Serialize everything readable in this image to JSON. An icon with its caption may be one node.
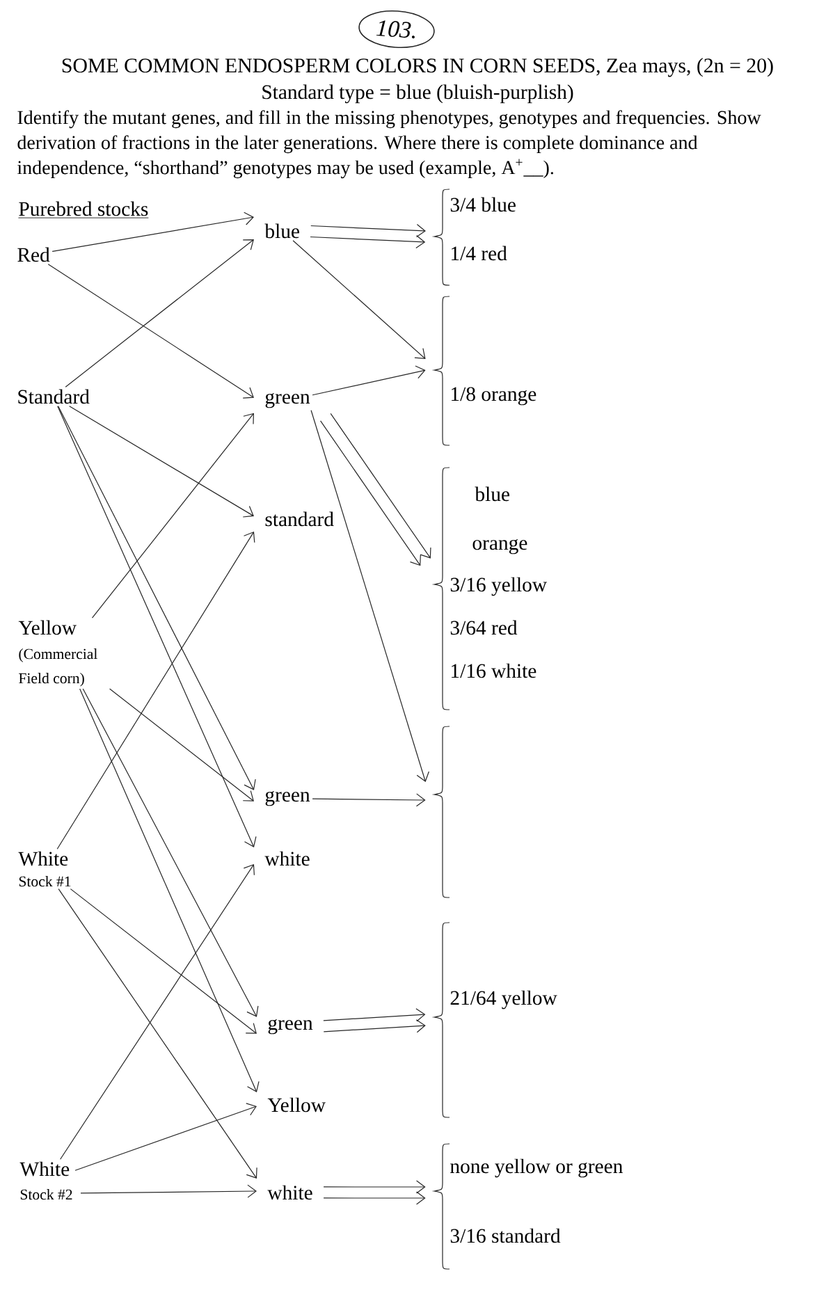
{
  "diagram": {
    "title": "SOME COMMON ENDOSPERM COLORS IN CORN SEEDS, Zea mays, (2n = 20)",
    "nodes": [
      {
        "text": [
          "Red"
        ]
      },
      {
        "text": [
          "Standard"
        ]
      },
      {
        "text": [
          "Yellow",
          "(Commercial Field corn)"
        ]
      },
      {
        "text": [
          "White",
          "Stock #1"
        ]
      },
      {
        "text": [
          "White",
          "Stock #2"
        ]
      },
      {
        "text": [
          "blue"
        ]
      },
      {
        "text": [
          "green"
        ]
      },
      {
        "text": [
          "standard"
        ]
      },
      {
        "text": [
          "green"
        ]
      },
      {
        "text": [
          "white"
        ]
      },
      {
        "text": [
          "green"
        ]
      },
      {
        "text": [
          "Yellow"
        ]
      },
      {
        "text": [
          "white"
        ]
      },
      {
        "text": [
          "3/4 blue",
          "1/4 red"
        ]
      },
      {
        "text": [
          "1/8 orange"
        ]
      },
      {
        "text": [
          "blue",
          "orange",
          "3/16 yellow",
          "3/64 red",
          "1/16 white"
        ]
      },
      {
        "text": [],
        "shape": "brace"
      },
      {
        "text": [
          "21/64 yellow"
        ]
      },
      {
        "text": [
          "none yellow or green",
          "3/16 standard"
        ]
      }
    ],
    "edges": [
      {
        "from": 0,
        "to": 5,
        "arrow": "to"
      },
      {
        "from": 0,
        "to": 6,
        "arrow": "to"
      },
      {
        "from": 1,
        "to": 5,
        "arrow": "to"
      },
      {
        "from": 1,
        "to": 7,
        "arrow": "to"
      },
      {
        "from": 1,
        "to": 8,
        "arrow": "to"
      },
      {
        "from": 1,
        "to": 9,
        "arrow": "to"
      },
      {
        "from": 2,
        "to": 6,
        "arrow": "to"
      },
      {
        "from": 2,
        "to": 8,
        "arrow": "to"
      },
      {
        "from": 2,
        "to": 10,
        "arrow": "to"
      },
      {
        "from": 2,
        "to": 11,
        "arrow": "to"
      },
      {
        "from": 3,
        "to": 7,
        "arrow": "to"
      },
      {
        "from": 3,
        "to": 10,
        "arrow": "to"
      },
      {
        "from": 3,
        "to": 12,
        "arrow": "to"
      },
      {
        "from": 4,
        "to": 9,
        "arrow": "to"
      },
      {
        "from": 4,
        "to": 11,
        "arrow": "to"
      },
      {
        "from": 4,
        "to": 12,
        "arrow": "to"
      },
      {
        "from": 5,
        "to": 13,
        "arrow": "to"
      },
      {
        "from": 5,
        "to": 13,
        "arrow": "to"
      },
      {
        "from": 5,
        "to": 14,
        "arrow": "to"
      },
      {
        "from": 6,
        "to": 14,
        "arrow": "to"
      },
      {
        "from": 6,
        "to": 15,
        "arrow": "to"
      },
      {
        "from": 6,
        "to": 15,
        "arrow": "to"
      },
      {
        "from": 6,
        "to": 16,
        "arrow": "to"
      },
      {
        "from": 8,
        "to": 16,
        "arrow": "to"
      },
      {
        "from": 10,
        "to": 17,
        "arrow": "to"
      },
      {
        "from": 10,
        "to": 17,
        "arrow": "to"
      },
      {
        "from": 12,
        "to": 18,
        "arrow": "to"
      },
      {
        "from": 12,
        "to": 18,
        "arrow": "to"
      }
    ],
    "labels": [
      "103.",
      "Standard type = blue (bluish-purplish)",
      "Identify the mutant genes, and fill in the missing phenotypes, genotypes and frequencies. Show derivation of fractions in the later generations. Where there is complete dominance and independence, “shorthand” genotypes may be used (example, A$^{+}$__).",
      "Purebred stocks"
    ]
  }
}
